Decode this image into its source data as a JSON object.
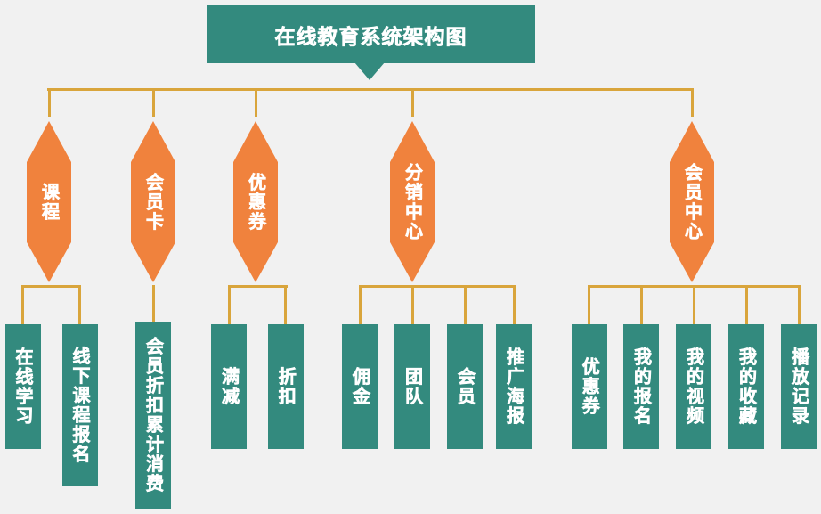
{
  "title": "在线教育系统架构图",
  "colors": {
    "teal": "#338a7e",
    "orange": "#f0823d",
    "line": "#d9a53c",
    "background": "#f1f1f1",
    "text": "#ffffff"
  },
  "branches": [
    {
      "label": "课程",
      "children": [
        "在线学习",
        "线下课程报名"
      ]
    },
    {
      "label": "会员卡",
      "children": [
        "会员折扣累计消费"
      ]
    },
    {
      "label": "优惠券",
      "children": [
        "满减",
        "折扣"
      ]
    },
    {
      "label": "分销中心",
      "children": [
        "佣金",
        "团队",
        "会员",
        "推广海报"
      ]
    },
    {
      "label": "会员中心",
      "children": [
        "优惠券",
        "我的报名",
        "我的视频",
        "我的收藏",
        "播放记录"
      ]
    }
  ]
}
